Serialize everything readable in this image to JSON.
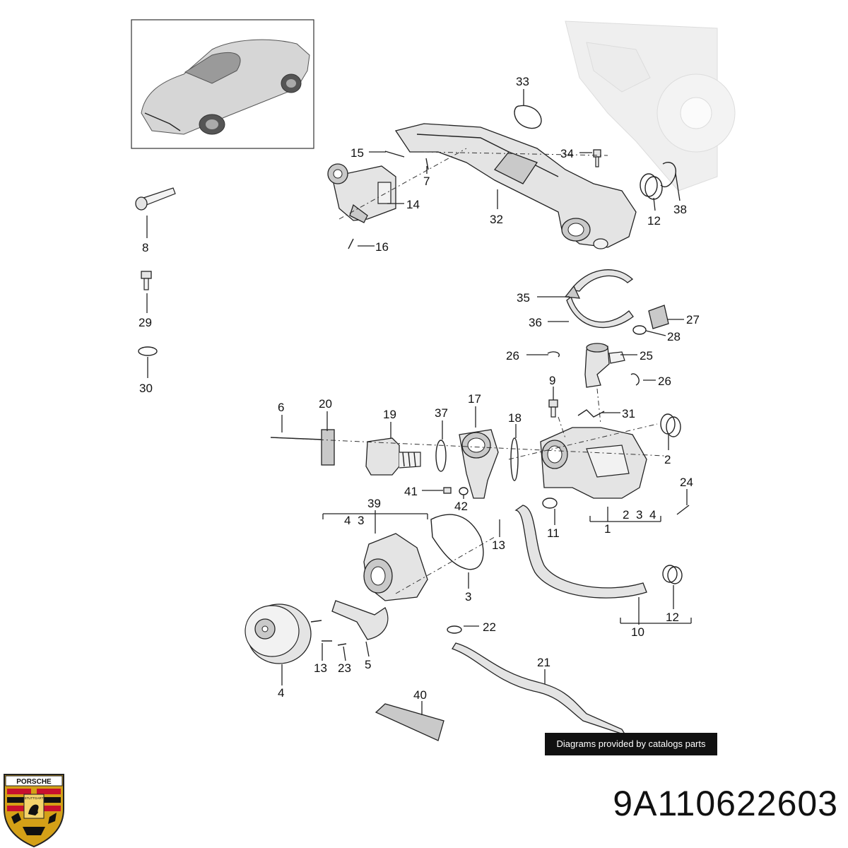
{
  "diagram": {
    "callouts": [
      "33",
      "15",
      "34",
      "7",
      "14",
      "32",
      "12",
      "38",
      "8",
      "16",
      "29",
      "30",
      "35",
      "27",
      "36",
      "28",
      "26",
      "25",
      "9",
      "26",
      "6",
      "20",
      "19",
      "37",
      "17",
      "18",
      "31",
      "2",
      "41",
      "42",
      "24",
      "39",
      "4",
      "3",
      "2",
      "3",
      "4",
      "1",
      "11",
      "13",
      "3",
      "22",
      "12",
      "10",
      "13",
      "23",
      "5",
      "21",
      "4",
      "40"
    ],
    "parts": [
      "car-thumbnail",
      "thermostat-valve",
      "coolant-manifold",
      "coolant-pump-housing",
      "thermostat-housing",
      "water-pump",
      "pulley",
      "heat-shield",
      "coolant-hose",
      "coolant-pipe",
      "sealant-tube",
      "bracket"
    ]
  },
  "footer": {
    "credit": "Diagrams provided by catalogs parts",
    "part_number": "9A110622603",
    "brand": "PORSCHE",
    "logo_city": "STUTTGART"
  },
  "colors": {
    "ink": "#111111",
    "credit_bg": "#111111",
    "logo_red": "#c8102e",
    "logo_gold": "#d4a017"
  }
}
